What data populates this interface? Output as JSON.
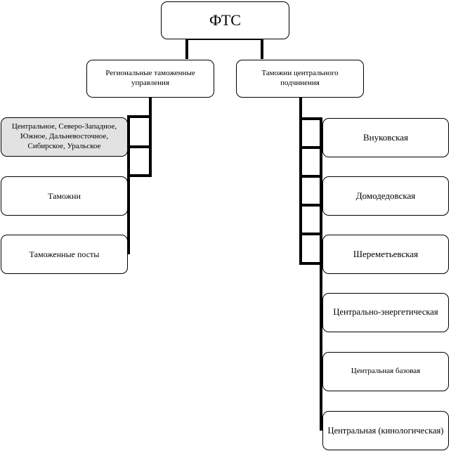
{
  "root": {
    "label": "ФТС"
  },
  "regional": {
    "label": "Региональные таможенные управления",
    "children": [
      "Центральное, Северо-Западное, Южное, Дальневосточное, Сибирское, Уральское",
      "Таможни",
      "Таможенные посты"
    ]
  },
  "central": {
    "label": "Таможни центрального подчинения",
    "children": [
      "Внуковская",
      "Домодедовская",
      "Шереметьевская",
      "Центрально-энергетическая",
      "Центральная базовая",
      "Центральная (кинологическая)"
    ]
  },
  "colors": {
    "line": "#000000",
    "highlight_fill": "#e2e2e2",
    "box_fill": "#ffffff"
  }
}
